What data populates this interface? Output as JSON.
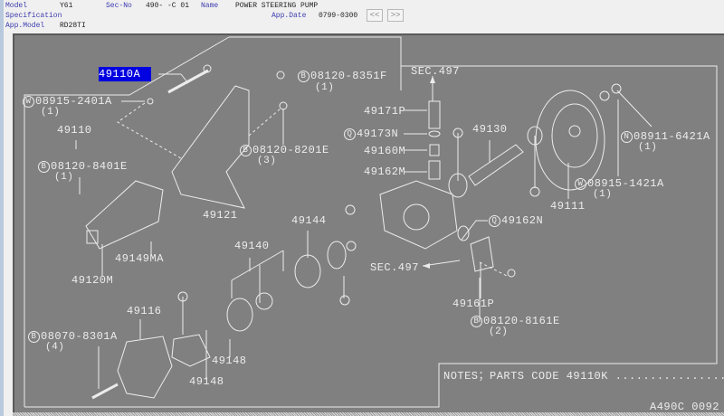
{
  "header": {
    "model_label": "Model",
    "model": "Y61",
    "secno_label": "Sec-No",
    "secno": "490-  -C 01",
    "name_label": "Name",
    "name": "POWER STEERING PUMP",
    "spec_label": "Specification",
    "appdate_label": "App.Date",
    "appdate": "0799-0300",
    "appmodel_label": "App.Model",
    "appmodel": "RD28TI",
    "prev_label": "<<",
    "next_label": ">>"
  },
  "diagram": {
    "parts": {
      "p49110A": "49110A",
      "p08120_8351F": "08120-8351F",
      "q1a": "(1)",
      "p08915_2401A": "08915-2401A",
      "q1b": "(1)",
      "p49110": "49110",
      "p08120_8401E": "08120-8401E",
      "q1c": "(1)",
      "p08120_8201E": "08120-8201E",
      "q3": "(3)",
      "p49121": "49121",
      "sec497a": "SEC.497",
      "p49171P": "49171P",
      "p49173N": "49173N",
      "p49160M": "49160M",
      "p49162M": "49162M",
      "p49130": "49130",
      "p08911_6421A": "08911-6421A",
      "q1d": "(1)",
      "p08915_1421A": "08915-1421A",
      "q1e": "(1)",
      "p49111": "49111",
      "p49144": "49144",
      "p49140": "49140",
      "p49149MA": "49149MA",
      "p49120M": "49120M",
      "p49162N": "49162N",
      "sec497b": "SEC.497",
      "p49161P": "49161P",
      "p08120_8161E": "08120-8161E",
      "q2": "(2)",
      "p49116": "49116",
      "p08070_8301A": "08070-8301A",
      "q4": "(4)",
      "p49148a": "49148",
      "p49148b": "49148"
    },
    "prefix": {
      "B": "B",
      "W": "W",
      "N": "N",
      "Q": "Q"
    },
    "notes": "NOTES；PARTS CODE  49110K .................",
    "notes_mark": "Q",
    "ref": "A490C 0092"
  },
  "colors": {
    "canvas": "#808080",
    "line": "#ececec",
    "highlight": "#0000e0",
    "header_key": "#3b3bb0"
  }
}
